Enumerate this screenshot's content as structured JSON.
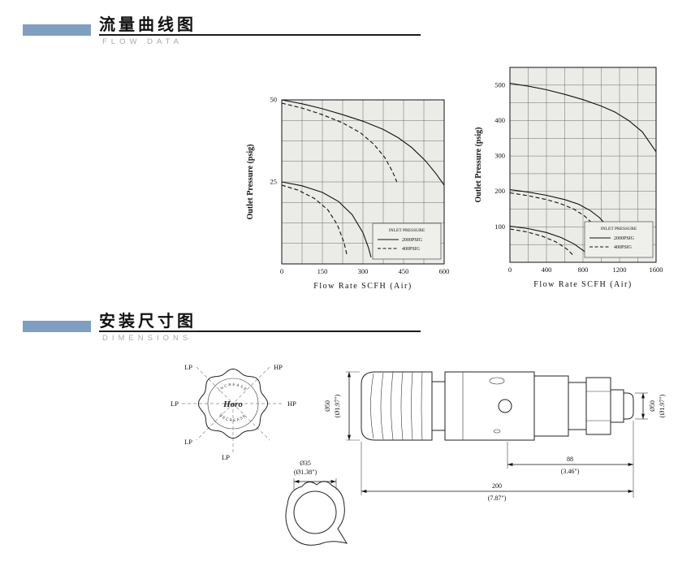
{
  "flow_section": {
    "title_cn": "流量曲线图",
    "subtitle": "FLOW DATA"
  },
  "dim_section": {
    "title_cn": "安装尺寸图",
    "subtitle": "DIMENSIONS"
  },
  "chart_data": [
    {
      "type": "line",
      "name": "low-pressure-flow-curves",
      "xlabel": "Flow Rate SCFH (Air)",
      "ylabel": "Outlet Pressure (psig)",
      "xlim": [
        0,
        600
      ],
      "ylim": [
        0,
        50
      ],
      "x_gridstep": 75,
      "y_gridstep": 6.25,
      "x_ticks": [
        0,
        150,
        300,
        450,
        600
      ],
      "y_ticks": [
        25,
        50
      ],
      "grid": true,
      "legend": {
        "title": "INLET PRESSURE",
        "position": "lower right",
        "entries": [
          {
            "label": "2000PSIG",
            "dash": false
          },
          {
            "label": "400PSIG",
            "dash": true
          }
        ]
      },
      "series": [
        {
          "name": "2000PSIG inlet, 50 psig set",
          "dash": false,
          "points": [
            [
              0,
              50
            ],
            [
              75,
              48.8
            ],
            [
              150,
              47.3
            ],
            [
              225,
              45.5
            ],
            [
              300,
              43.5
            ],
            [
              375,
              41
            ],
            [
              430,
              38.5
            ],
            [
              480,
              35.5
            ],
            [
              530,
              31.5
            ],
            [
              570,
              27.5
            ],
            [
              600,
              24
            ]
          ]
        },
        {
          "name": "400PSIG inlet, 50 psig set",
          "dash": true,
          "points": [
            [
              0,
              49
            ],
            [
              75,
              47.5
            ],
            [
              150,
              45.5
            ],
            [
              225,
              43
            ],
            [
              290,
              40
            ],
            [
              340,
              36.5
            ],
            [
              380,
              32.5
            ],
            [
              410,
              28
            ],
            [
              425,
              25
            ]
          ]
        },
        {
          "name": "2000PSIG inlet, 25 psig set",
          "dash": false,
          "points": [
            [
              0,
              25
            ],
            [
              75,
              23.8
            ],
            [
              150,
              21.8
            ],
            [
              210,
              19
            ],
            [
              260,
              15
            ],
            [
              300,
              9.5
            ],
            [
              320,
              5
            ],
            [
              330,
              2
            ]
          ]
        },
        {
          "name": "400PSIG inlet, 25 psig set",
          "dash": true,
          "points": [
            [
              0,
              24
            ],
            [
              60,
              22.5
            ],
            [
              120,
              20
            ],
            [
              170,
              16.5
            ],
            [
              205,
              12
            ],
            [
              230,
              6.5
            ],
            [
              240,
              3
            ]
          ]
        }
      ]
    },
    {
      "type": "line",
      "name": "high-pressure-flow-curves",
      "xlabel": "Flow Rate SCFH (Air)",
      "ylabel": "Outlet Pressure (psig)",
      "xlim": [
        0,
        1600
      ],
      "ylim": [
        0,
        550
      ],
      "x_gridstep": 200,
      "y_gridstep": 50,
      "x_ticks": [
        0,
        400,
        800,
        1200,
        1600
      ],
      "y_ticks": [
        100,
        200,
        300,
        400,
        500
      ],
      "grid": true,
      "legend": {
        "title": "INLET PRESSURE",
        "position": "lower right",
        "entries": [
          {
            "label": "2000PSIG",
            "dash": false
          },
          {
            "label": "400PSIG",
            "dash": true
          }
        ]
      },
      "series": [
        {
          "name": "2000PSIG inlet, 500 psig set",
          "dash": false,
          "points": [
            [
              0,
              505
            ],
            [
              200,
              497
            ],
            [
              400,
              487
            ],
            [
              600,
              474
            ],
            [
              800,
              459
            ],
            [
              1000,
              441
            ],
            [
              1150,
              424
            ],
            [
              1300,
              400
            ],
            [
              1450,
              368
            ],
            [
              1600,
              312
            ]
          ]
        },
        {
          "name": "2000PSIG inlet, 200 psig set",
          "dash": false,
          "points": [
            [
              0,
              205
            ],
            [
              200,
              198
            ],
            [
              400,
              189
            ],
            [
              600,
              177
            ],
            [
              750,
              164
            ],
            [
              880,
              146
            ],
            [
              980,
              126
            ],
            [
              1030,
              112
            ]
          ]
        },
        {
          "name": "400PSIG inlet, 200 psig set",
          "dash": true,
          "points": [
            [
              0,
              196
            ],
            [
              200,
              188
            ],
            [
              400,
              177
            ],
            [
              550,
              166
            ],
            [
              700,
              150
            ],
            [
              820,
              130
            ],
            [
              900,
              110
            ]
          ]
        },
        {
          "name": "2000PSIG inlet, 100 psig set",
          "dash": false,
          "points": [
            [
              0,
              102
            ],
            [
              200,
              95
            ],
            [
              400,
              84
            ],
            [
              560,
              70
            ],
            [
              700,
              52
            ],
            [
              820,
              30
            ],
            [
              880,
              14
            ]
          ]
        },
        {
          "name": "400PSIG inlet, 100 psig set",
          "dash": true,
          "points": [
            [
              0,
              94
            ],
            [
              180,
              86
            ],
            [
              350,
              74
            ],
            [
              500,
              58
            ],
            [
              620,
              38
            ],
            [
              700,
              18
            ]
          ]
        }
      ]
    }
  ],
  "knob_view": {
    "brand": "Horo",
    "arc_top": "INCREASE",
    "arc_bottom": "DECREASE",
    "labels": [
      {
        "text": "LP",
        "pos": "top-left"
      },
      {
        "text": "HP",
        "pos": "top-right"
      },
      {
        "text": "LP",
        "pos": "left"
      },
      {
        "text": "HP",
        "pos": "right"
      },
      {
        "text": "LP",
        "pos": "bottom-left"
      },
      {
        "text": "LP",
        "pos": "bottom"
      }
    ]
  },
  "bracket_view": {
    "dia": "Ø35",
    "dia_in": "(Ø1.38\")"
  },
  "side_view": {
    "dia_left": "Ø50",
    "dia_left_in": "(Ø1.97\")",
    "dia_right": "Ø50",
    "dia_right_in": "(Ø1.97\")",
    "len_body": "88",
    "len_body_in": "(3.46\")",
    "len_total": "200",
    "len_total_in": "(7.87\")"
  }
}
